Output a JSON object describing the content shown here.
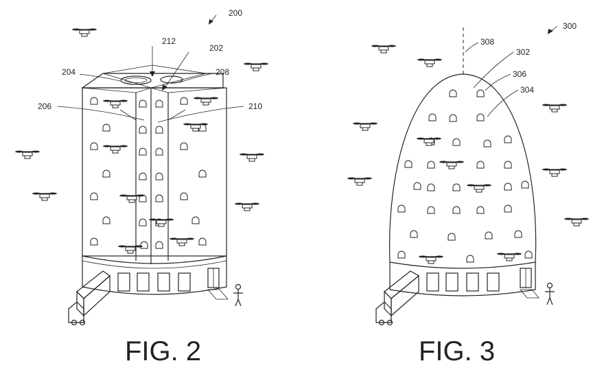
{
  "figures": [
    {
      "caption": "FIG. 2",
      "labels": [
        "200",
        "212",
        "202",
        "204",
        "208",
        "206",
        "210"
      ]
    },
    {
      "caption": "FIG. 3",
      "labels": [
        "300",
        "308",
        "302",
        "306",
        "304"
      ]
    }
  ]
}
